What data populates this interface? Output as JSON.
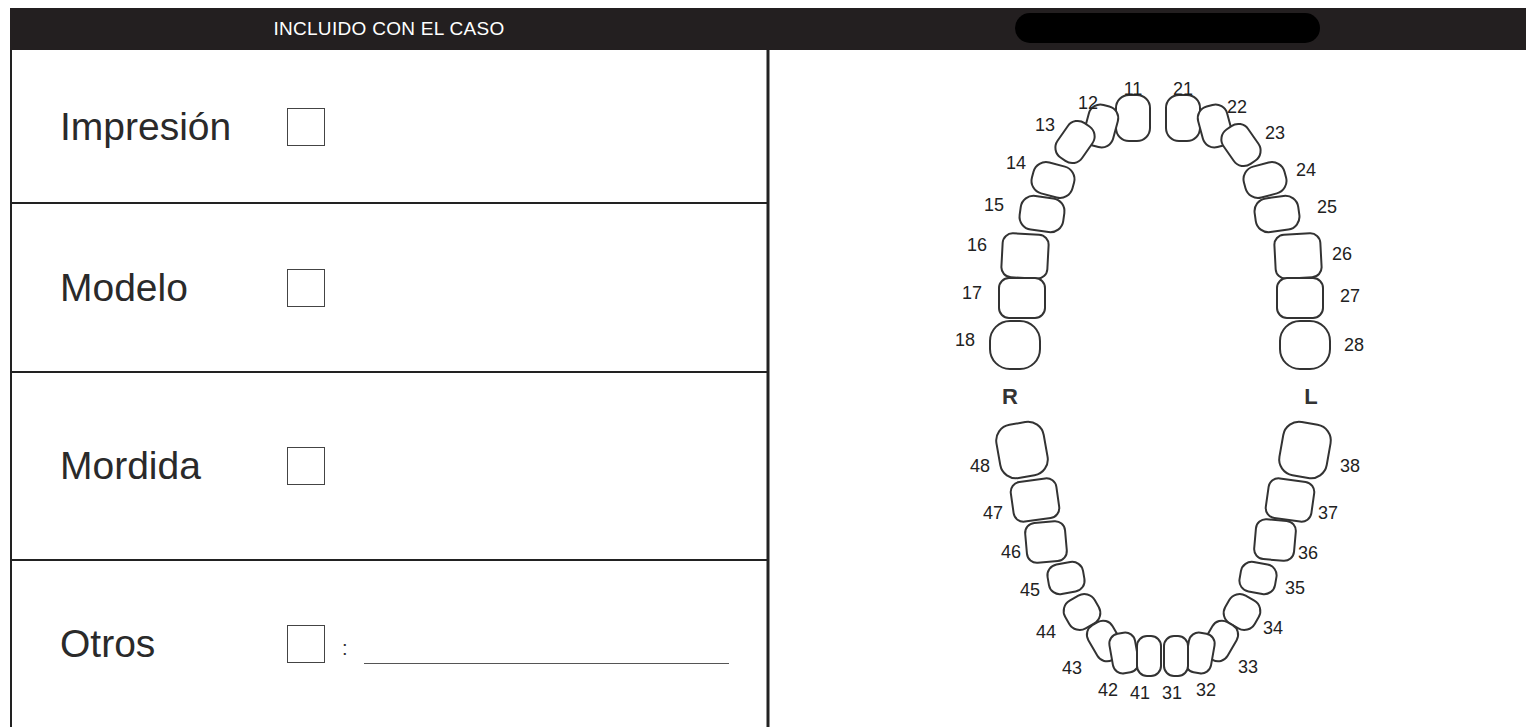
{
  "diagram": {
    "nodes": [
      {
        "text": [
          "INCLUIDO CON EL CASO"
        ]
      },
      {
        "text": [
          "Impresión"
        ]
      },
      {
        "text": [
          "Modelo"
        ]
      },
      {
        "text": [
          "Mordida"
        ]
      },
      {
        "text": [
          "Otros",
          ":"
        ]
      }
    ],
    "labels": [
      "12",
      "11",
      "21",
      "22",
      "13",
      "23",
      "14",
      "24",
      "15",
      "25",
      "16",
      "26",
      "17",
      "27",
      "18",
      "28",
      "R",
      "L",
      "48",
      "38",
      "47",
      "37",
      "46",
      "36",
      "45",
      "35",
      "44",
      "34",
      "43",
      "33",
      "42",
      "41",
      "31",
      "32"
    ]
  }
}
